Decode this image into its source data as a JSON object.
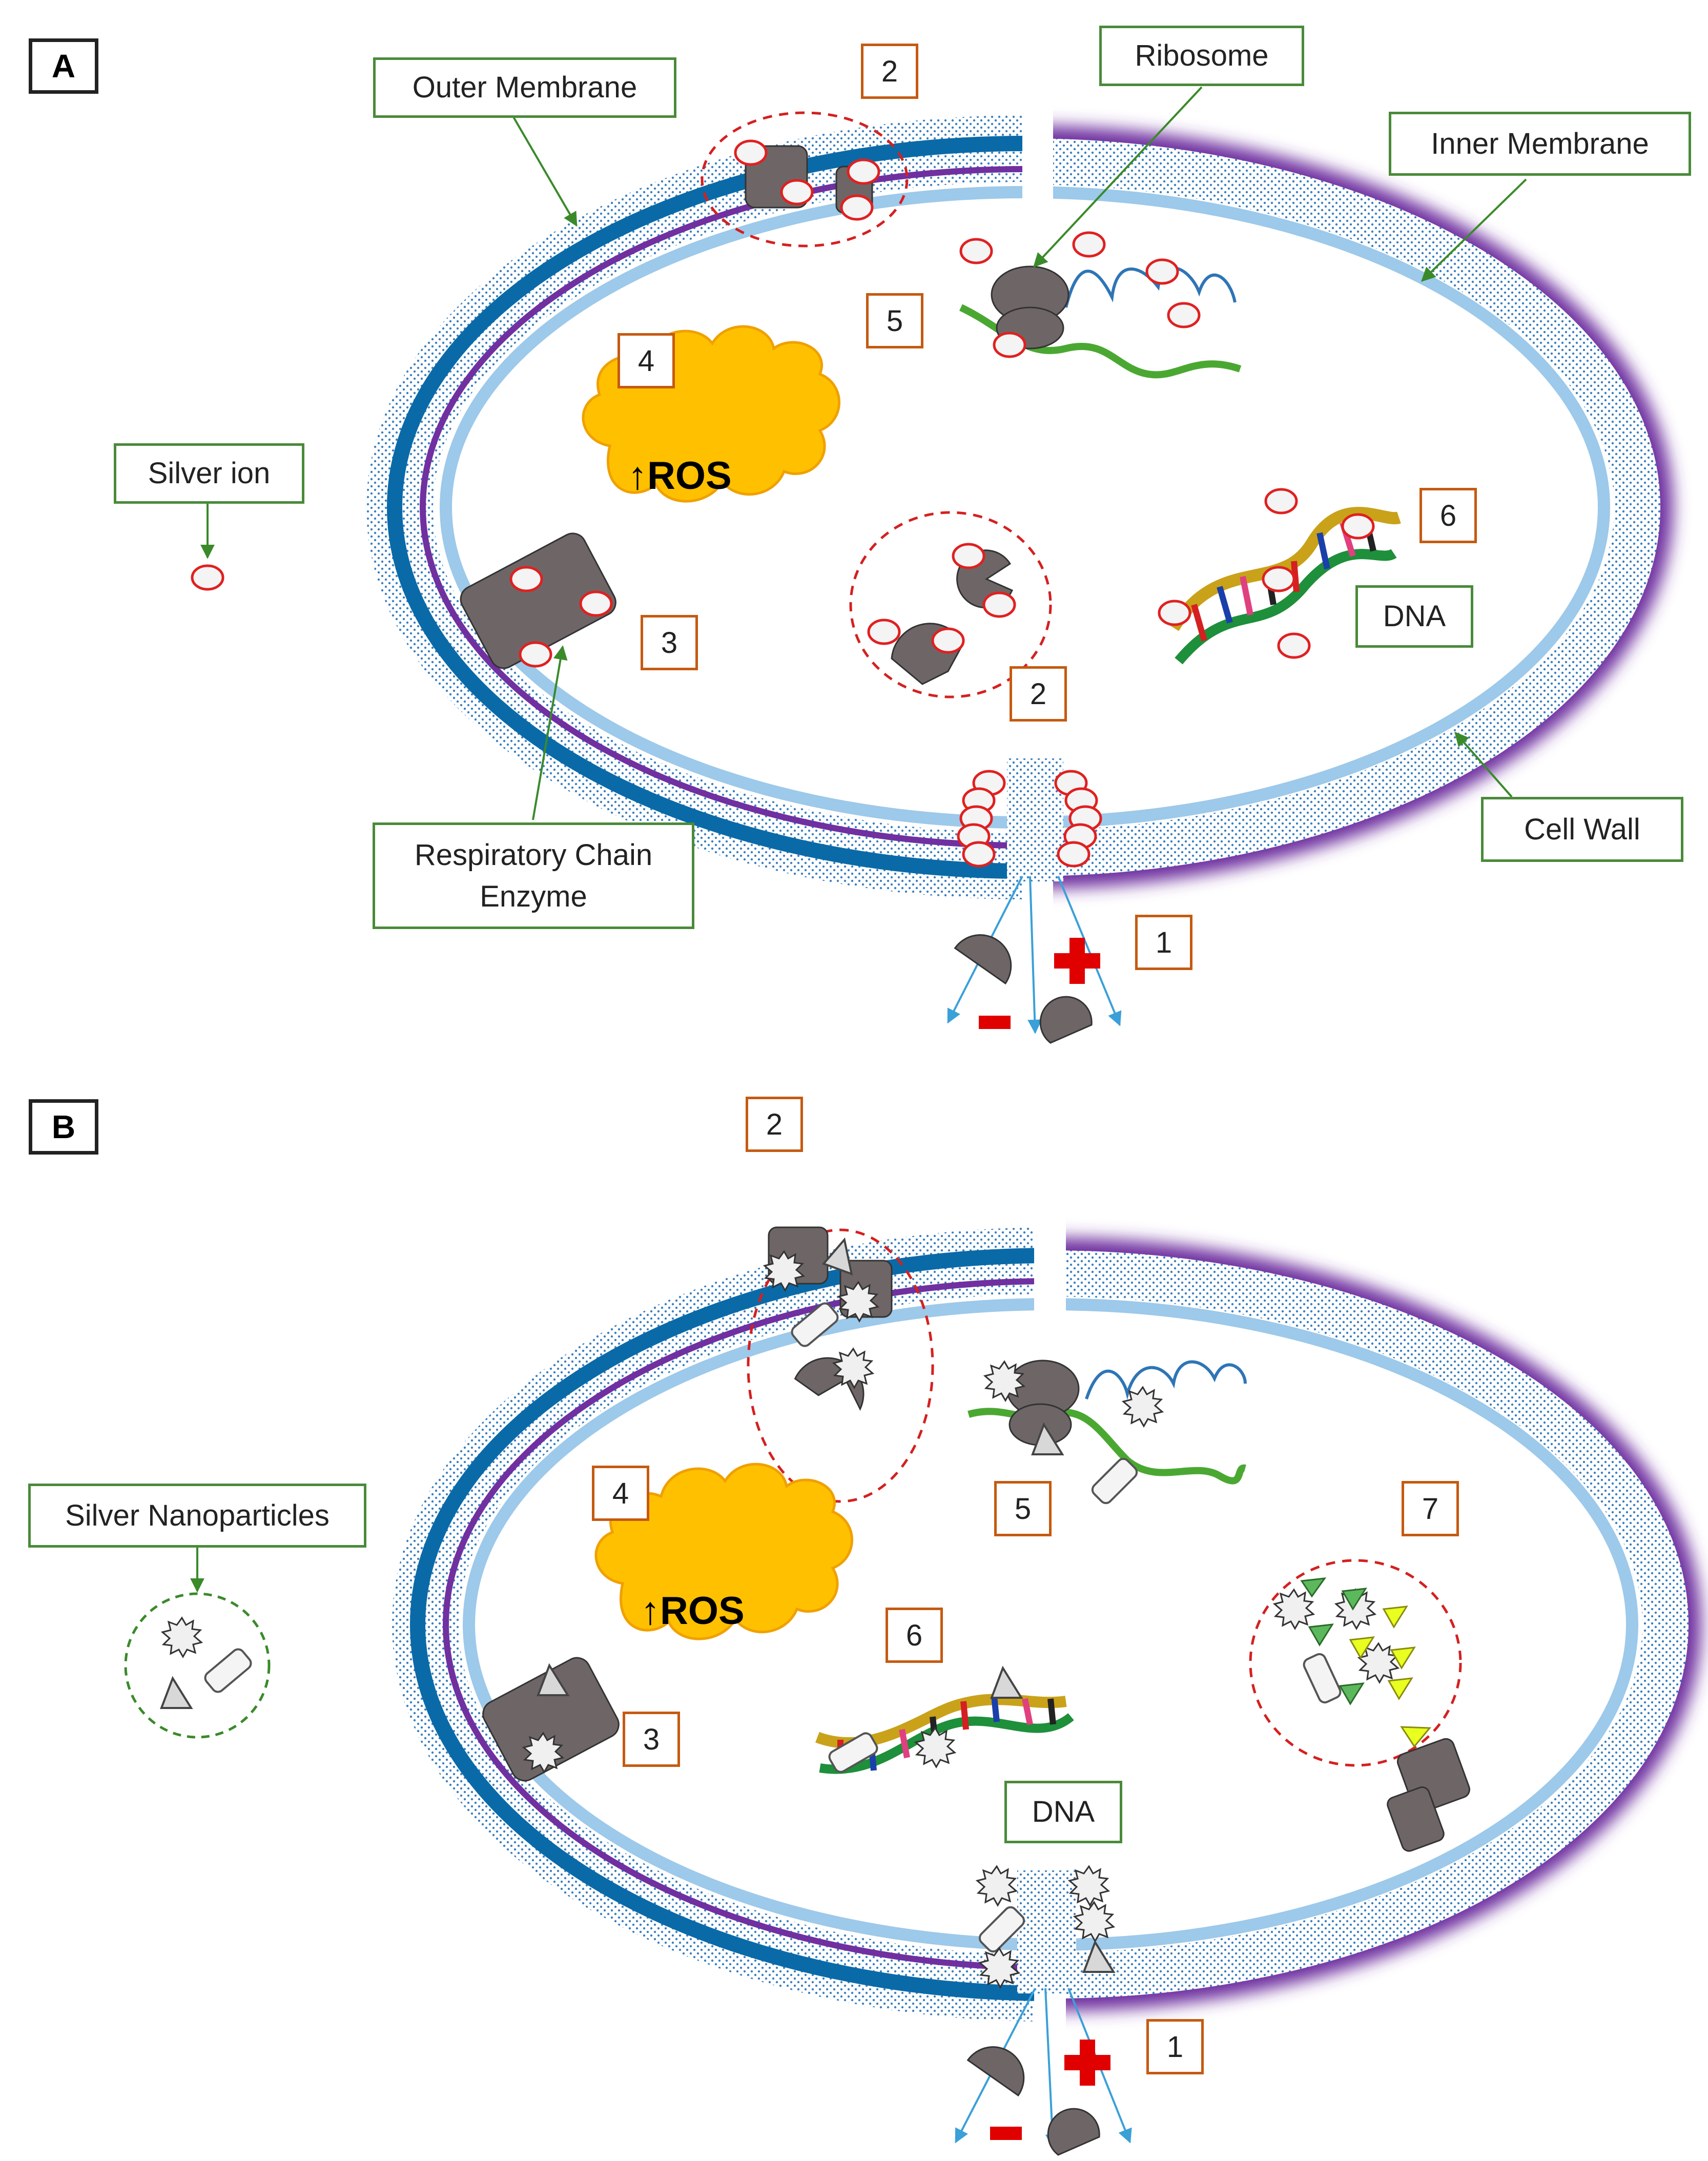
{
  "panels": {
    "a": "A",
    "b": "B"
  },
  "labels": {
    "outer_membrane": "Outer Membrane",
    "ribosome": "Ribosome",
    "inner_membrane": "Inner Membrane",
    "silver_ion": "Silver ion",
    "cell_wall": "Cell Wall",
    "respiratory_chain_enzyme": "Respiratory Chain Enzyme",
    "dna": "DNA",
    "silver_nanoparticles": "Silver Nanoparticles",
    "ros": "↑ROS"
  },
  "markers": {
    "one": "1",
    "two": "2",
    "three": "3",
    "four": "4",
    "five": "5",
    "six": "6",
    "seven": "7"
  },
  "colors": {
    "outer_membrane": "#0a6aa8",
    "inner_membrane": "#9dc9ea",
    "cell_wall": "#7030a0",
    "label_border": "#4a8a3a",
    "number_border": "#c55a11",
    "silver_ion_outline": "#e02020",
    "protein": "#6e6666",
    "ros_cloud": "#ffc000",
    "rna_green": "#4aa832",
    "rna_blue": "#2e75b6",
    "dashed_group": "#d42020",
    "plus_minus": "#e00000",
    "arrow": "#3aa0d8",
    "inhibitor": "#c8f02a"
  }
}
